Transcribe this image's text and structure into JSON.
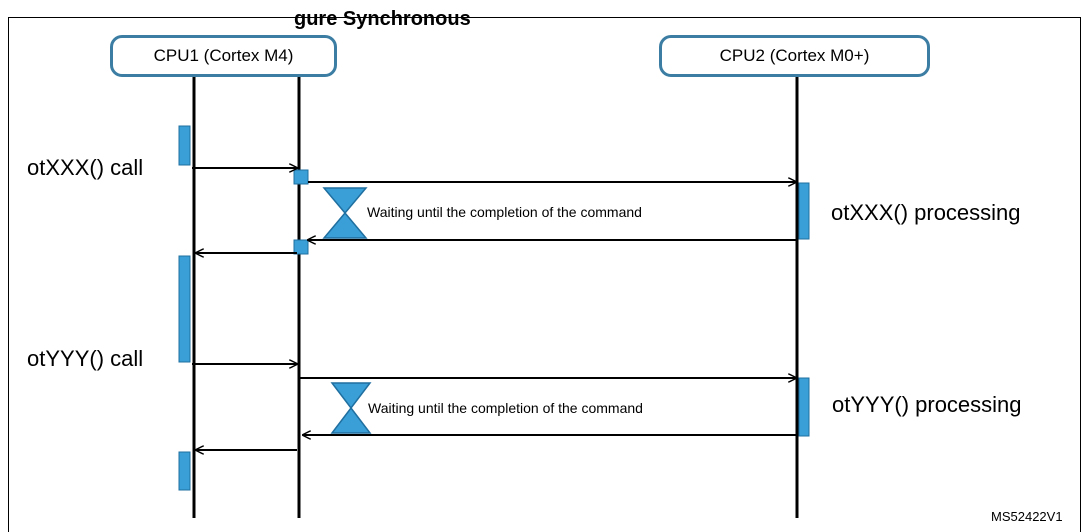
{
  "figure": {
    "title_fragment": "gure   Synchronous",
    "figure_id": "MS52422V1"
  },
  "lifelines": {
    "cpu1": {
      "label": "CPU1 (Cortex M4)"
    },
    "cpu2": {
      "label": "CPU2 (Cortex M0+)"
    }
  },
  "calls": [
    {
      "call_label": "otXXX() call",
      "processing_label": "otXXX() processing",
      "wait_label": "Waiting until the completion of the command"
    },
    {
      "call_label": "otYYY() call",
      "processing_label": "otYYY() processing",
      "wait_label": "Waiting until the completion of the command"
    }
  ],
  "colors": {
    "accent": "#3a9fd6",
    "accent_border": "#1f6fa0",
    "header_border": "#3b7da3",
    "line": "#000000"
  }
}
